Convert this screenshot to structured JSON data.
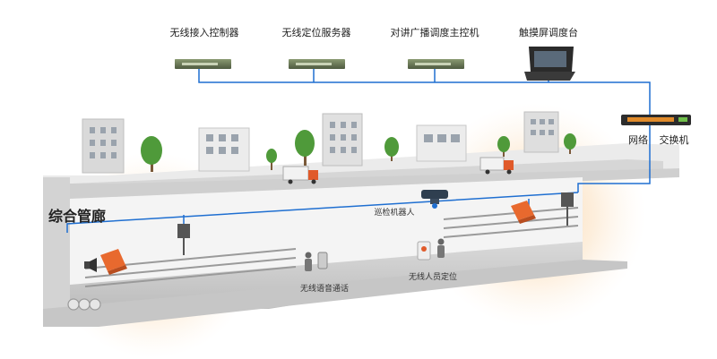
{
  "devices": {
    "wireless_controller": "无线接入控制器",
    "positioning_server": "无线定位服务器",
    "intercom_controller": "对讲广播调度主控机",
    "touch_console": "触摸屏调度台"
  },
  "network": {
    "network_label": "网络",
    "switch_label": "交换机"
  },
  "tunnel": {
    "title": "综合管廊",
    "robot_label": "巡检机器人",
    "voice_label": "无线语音通话",
    "personnel_label": "无线人员定位"
  },
  "colors": {
    "network_line": "#1f6fd1",
    "rack": "#6b7a5a",
    "tunnel_top": "#e6e6e6",
    "tunnel_front": "#cfcfcf",
    "glow": "#f6b46b"
  }
}
